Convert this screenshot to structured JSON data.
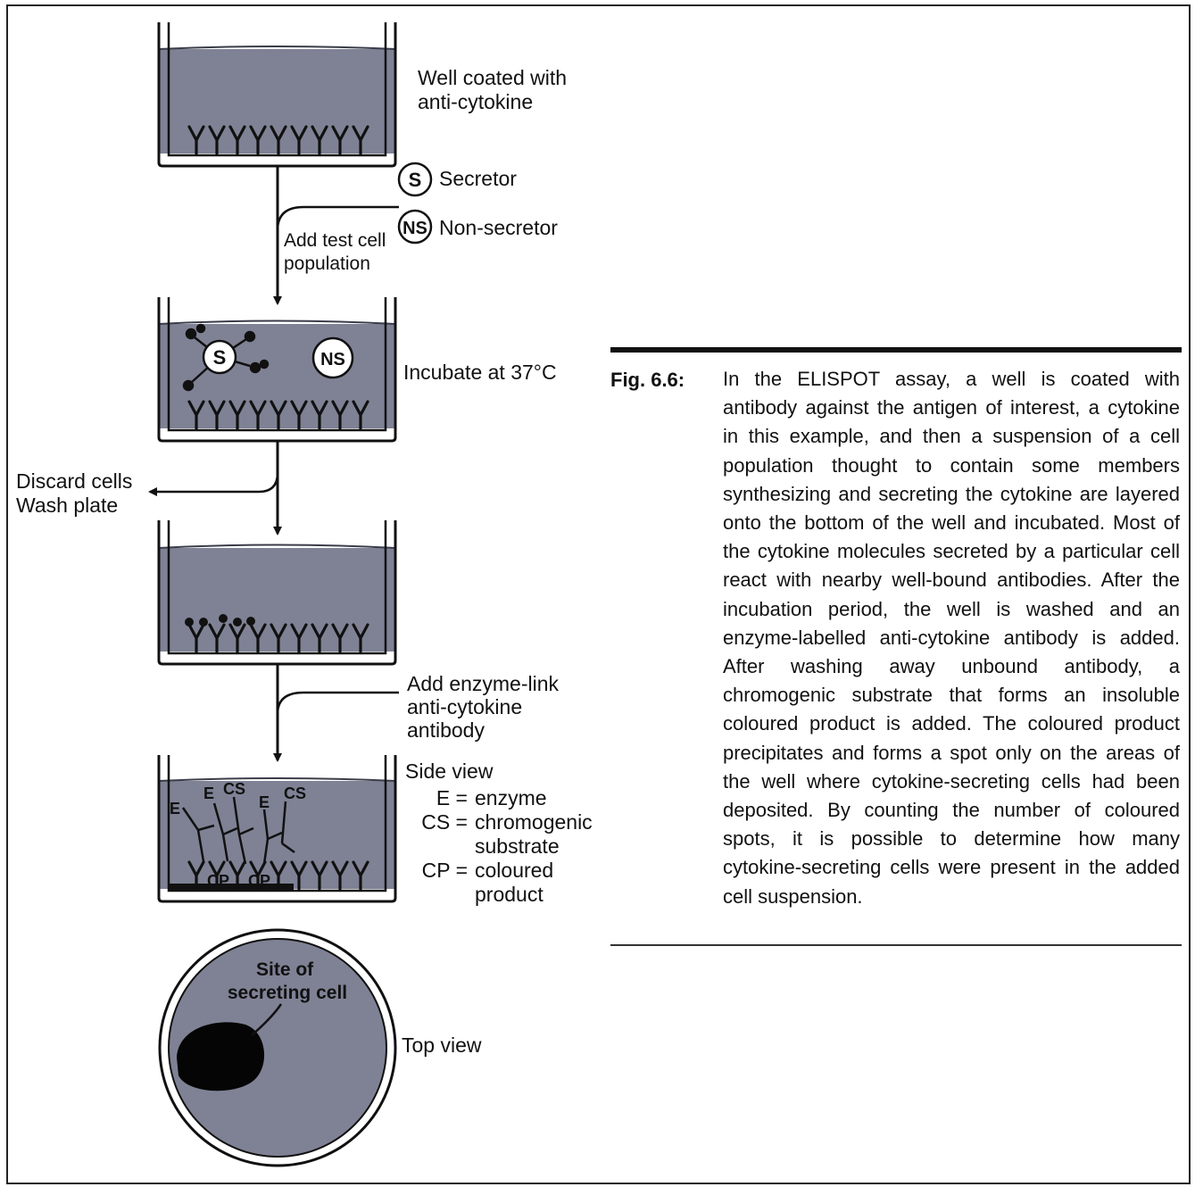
{
  "figure": {
    "label": "Fig. 6.6:",
    "caption": "In the ELISPOT assay, a well is coated with antibody against the antigen of interest, a cytokine in this example, and then a suspension of a cell population thought to contain some members synthesizing and secreting the cytokine are layered onto the bottom of the well and incubated. Most of the cytokine molecules secreted by a particular cell react with nearby well-bound antibodies. After the incubation period, the well is washed and an enzyme-labelled anti-cytokine antibody is added. After washing away unbound antibody, a chromogenic substrate that forms an insoluble coloured product is added. The coloured product precipitates and forms a spot only on the areas of the well where cytokine-secreting cells had been deposited. By counting the number of coloured spots, it is possible to determine how many cytokine-secreting cells were present in the added cell suspension."
  },
  "steps": {
    "well_coated": "Well coated with\nanti-cytokine",
    "secretor_symbol": "S",
    "secretor_label": "Secretor",
    "nonsecretor_symbol": "NS",
    "nonsecretor_label": "Non-secretor",
    "add_test_cell": "Add test cell\npopulation",
    "incubate": "Incubate at 37°C",
    "discard": "Discard cells\nWash plate",
    "add_enzyme": "Add enzyme-link\nanti-cytokine\nantibody",
    "side_view": "Side view",
    "legend_keys": "E =\nCS =\n\nCP =",
    "legend_values": "enzyme\nchromogenic\nsubstrate\ncoloured\nproduct",
    "top_view": "Top view",
    "site_label": "Site of\nsecreting cell",
    "well_letter_e": "E",
    "well_letter_cs": "CS",
    "well_letter_cp": "CP"
  },
  "colors": {
    "medium": "#7f8295",
    "ink": "#111111",
    "spot": "#050505"
  }
}
